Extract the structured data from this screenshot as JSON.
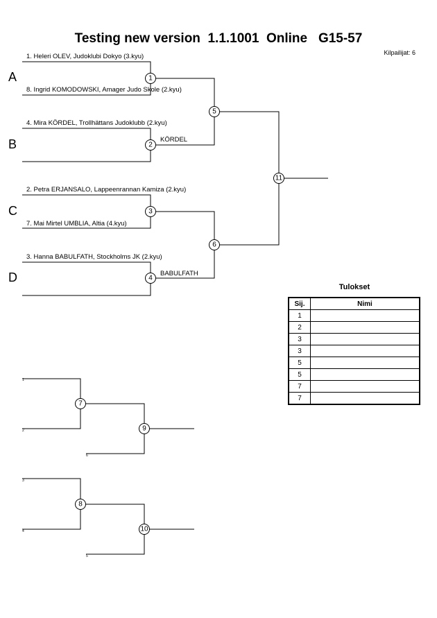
{
  "header": {
    "title": "Testing new version  1.1.1001  Online   G15-57",
    "competitor_count": "Kilpailijat: 6"
  },
  "pools": [
    {
      "label": "A",
      "top": "1. Heleri OLEV, Judoklubi Dokyo (3.kyu)",
      "bottom": "8. Ingrid KOMODOWSKI, Amager Judo Skole (2.kyu)",
      "match": "1",
      "winner": ""
    },
    {
      "label": "B",
      "top": "4. Mira KÖRDEL, Trollhättans Judoklubb (2.kyu)",
      "bottom": "",
      "match": "2",
      "winner": "KÖRDEL"
    },
    {
      "label": "C",
      "top": "2. Petra ERJANSALO, Lappeenrannan Kamiza (2.kyu)",
      "bottom": "7. Mai Mirtel UMBLIA, Altia (4.kyu)",
      "match": "3",
      "winner": ""
    },
    {
      "label": "D",
      "top": "3. Hanna BABULFATH, Stockholms JK (2.kyu)",
      "bottom": "",
      "match": "4",
      "winner": "BABULFATH"
    }
  ],
  "semi_matches": [
    "5",
    "6"
  ],
  "final_match": "11",
  "repechage": [
    {
      "seed_top": "1",
      "seed_bottom": "2",
      "seed_third": "6",
      "match_first": "7",
      "match_second": "9"
    },
    {
      "seed_top": "3",
      "seed_bottom": "4",
      "seed_third": "5",
      "match_first": "8",
      "match_second": "10"
    }
  ],
  "results": {
    "title": "Tulokset",
    "col_place": "Sij.",
    "col_name": "Nimi",
    "rows": [
      {
        "place": "1",
        "name": ""
      },
      {
        "place": "2",
        "name": ""
      },
      {
        "place": "3",
        "name": ""
      },
      {
        "place": "3",
        "name": ""
      },
      {
        "place": "5",
        "name": ""
      },
      {
        "place": "5",
        "name": ""
      },
      {
        "place": "7",
        "name": ""
      },
      {
        "place": "7",
        "name": ""
      }
    ]
  }
}
